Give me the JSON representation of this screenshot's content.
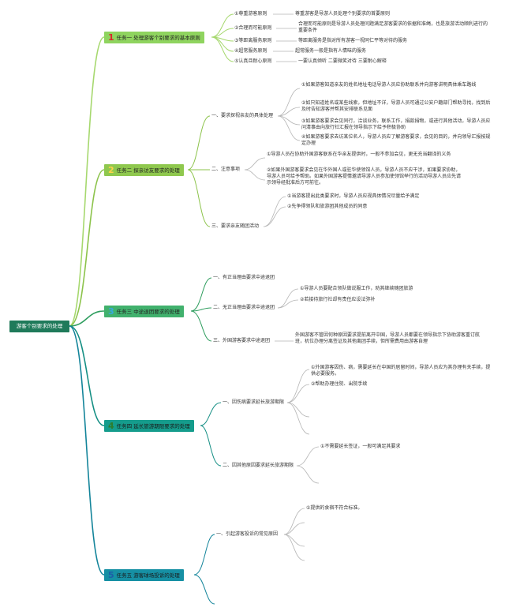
{
  "root": "游客个别要求的处理",
  "colors": {
    "branch1": "#9ed36a",
    "branch2": "#8bc34a",
    "branch3": "#2e9d5e",
    "branch4": "#158f84",
    "branch5": "#13849a",
    "detail": "#b5b5b5"
  },
  "tasks": [
    {
      "num": "1",
      "label": "任务一 处理游客个别要求的基本原则"
    },
    {
      "num": "2",
      "label": "任务二 探亲访友要求的处理"
    },
    {
      "num": "3",
      "label": "任务三 中途退团要求的处理"
    },
    {
      "num": "4",
      "label": "任务四 延长旅游期限要求的处理"
    },
    {
      "num": "5",
      "label": "任务五 游客球场投诉的处理"
    }
  ],
  "t1": {
    "items": [
      {
        "label": "①尊重游客原则",
        "desc": "尊重游客是导游人员处理个别要求的首要原则"
      },
      {
        "label": "②合理而可能原则",
        "desc": "合理而可能原则是导游人员处理问题满足游客要求的依据和准绳，也是旅游活动顺利进行的重要条件"
      },
      {
        "label": "③等距离服务原则",
        "desc": "等距离服务是指对所有游客一视同仁平等对待的服务"
      },
      {
        "label": "④超常服务原则",
        "desc": "超常服务一般是指有人情味的服务"
      },
      {
        "label": "⑤认真且耐心原则",
        "desc": "一要认真倾听 二要微笑对待 三要耐心解释"
      }
    ]
  },
  "t2": {
    "sub1": "一、要求探视亲友的具体处理",
    "sub1_items": [
      "①如果游客知道亲友的姓名地址电话导游人员应协助联系并向游客讲明具体乘车路线",
      "②如只知道姓名或某些线索，但地址不详，导游人员可通过公安户籍部门帮助寻找，找到后及时告知游客并帮其安排联系见面",
      "③如果游客要求会见同行，洽谈业务，联系工作，捐款捐物，或进行其他活动，导游人员应问清事由向旅行社汇报在领导指示下给予积极协助",
      "④如果游客要求去访某位名人，导游人员应了解游客要求，会见的目的，并向领导汇报按规定办理"
    ],
    "sub2": "二、注意事项",
    "sub2_items": [
      "①导游人员在协助外国游客联系在华亲友提供时，一般不参加会见，更无充当翻译的义务",
      "②如果外国游客要求会见在华外国人或驻华使领馆人员，导游人员不应干涉，如果要求协助，导游人员可给予帮助。如果外国游客提情邀请导游人员参加使领馆举行的活动导游人员应先请示领导经批准后方可前往。"
    ],
    "sub3": "三、要求亲友随团活动",
    "sub3_items": [
      "①当游客提出此类要求时，导游人员应视具体情况尽量给予满足",
      "②先争得领队和旅游团其他成员的同意"
    ]
  },
  "t3": {
    "sub1": "一、有正当理由要求中途退团",
    "sub2": "二、无正当理由要求中途退团",
    "sub2_items": [
      "①导游人员要配合领队做说服工作，劝其继续随团旅游",
      "②若接待旅行社却有责任应设法弥补"
    ],
    "sub3": "三、外国游客要求中途退团",
    "sub3_desc": "外国游客不管因何种原因要求提前离开中国，导游人员都要在领导指示下协助游客重订航班，机位办理分离签证及其他离团手续，但所需费用由游客自理"
  },
  "t4": {
    "sub1": "一、因伤病要求延长旅游期限",
    "sub1_items": [
      "①外国游客因伤、病，需要延长在中国的居留时间，导游人员应为其办理有关手续，提供必要服务。",
      "②帮助办理住院、出院手续"
    ],
    "sub2": "二、因其他原因要求延长旅游期限",
    "sub2_items": [
      "①不需要延长签证，一般可满足其要求"
    ]
  },
  "t5": {
    "sub1": "一、引起游客投诉的常见原因",
    "sub1_items": [
      "①提供的食宿不符合标准。"
    ]
  }
}
